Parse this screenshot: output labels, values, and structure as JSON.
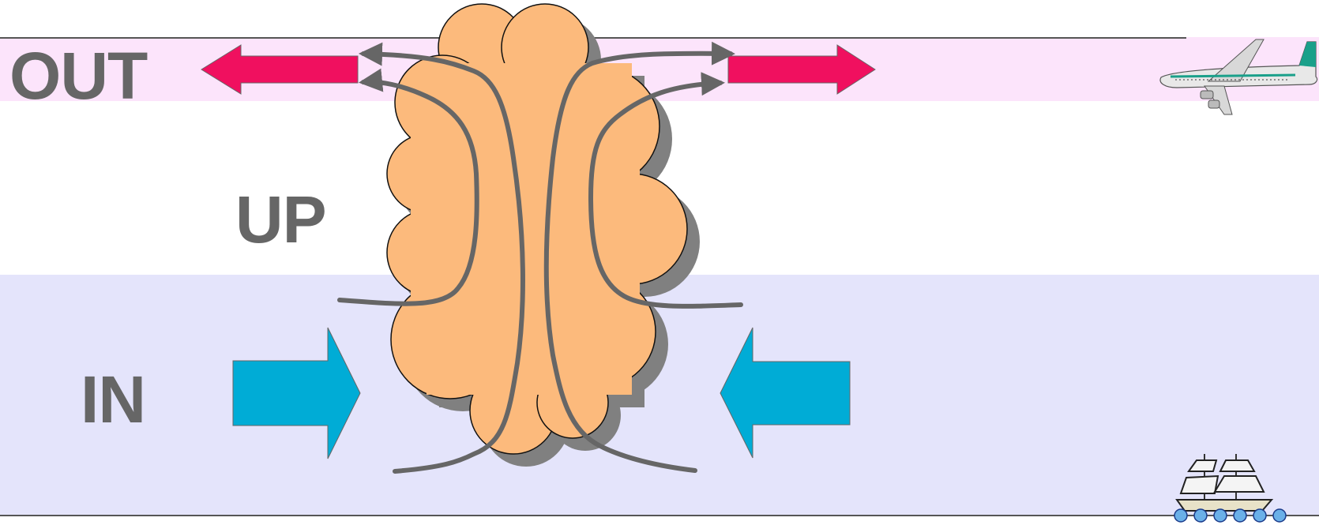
{
  "labels": {
    "out": "OUT",
    "up": "UP",
    "in": "IN"
  },
  "colors": {
    "out_band": "#fce4fb",
    "in_band": "#e4e4fb",
    "out_arrow": "#f0105f",
    "in_arrow": "#00acd6",
    "cloud_fill": "#fcba7c",
    "cloud_shadow": "#808080",
    "line": "#666666",
    "text": "#666666"
  },
  "icons": {
    "airplane": "airplane-icon",
    "ship": "sailing-ship-icon"
  }
}
